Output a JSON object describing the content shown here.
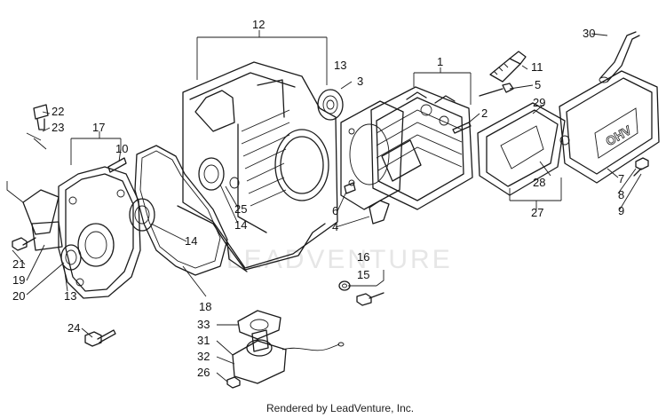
{
  "diagram": {
    "labels": {
      "p1": "1",
      "p2": "2",
      "p3": "3",
      "p4": "4",
      "p5": "5",
      "p6": "6",
      "p7": "7",
      "p8": "8",
      "p9": "9",
      "p10": "10",
      "p11": "11",
      "p12": "12",
      "p13a": "13",
      "p13b": "13",
      "p14a": "14",
      "p14b": "14",
      "p15": "15",
      "p16": "16",
      "p17": "17",
      "p18": "18",
      "p19": "19",
      "p20": "20",
      "p21": "21",
      "p22": "22",
      "p23": "23",
      "p24": "24",
      "p25": "25",
      "p26": "26",
      "p27": "27",
      "p28": "28",
      "p29": "29",
      "p30": "30",
      "p31": "31",
      "p32": "32",
      "p33": "33"
    },
    "cover_emblem": "OHV",
    "watermark": "LEADVENTURE",
    "footer": "Rendered by LeadVenture, Inc."
  }
}
